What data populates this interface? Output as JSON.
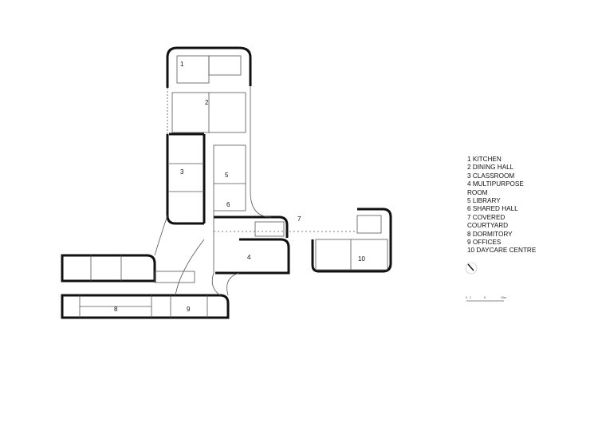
{
  "legend": [
    "1 KITCHEN",
    "2 DINING HALL",
    "3 CLASSROOM",
    "4 MULTIPURPOSE",
    "ROOM",
    "5 LIBRARY",
    "6 SHARED HALL",
    "7 COVERED",
    "COURTYARD",
    "8 DORMITORY",
    "9 OFFICES",
    "10 DAYCARE CENTRE"
  ],
  "room_numbers": {
    "r1": "1",
    "r2": "2",
    "r3": "3",
    "r4": "4",
    "r5": "5",
    "r6": "6",
    "r7": "7",
    "r8": "8",
    "r9": "9",
    "r10": "10"
  },
  "scale_bar": {
    "labels": [
      "0",
      "1",
      "5",
      "10m"
    ]
  },
  "icons": {
    "north_arrow": "north-arrow-icon"
  },
  "colors": {
    "wall": "#111111",
    "thin": "#888888"
  }
}
